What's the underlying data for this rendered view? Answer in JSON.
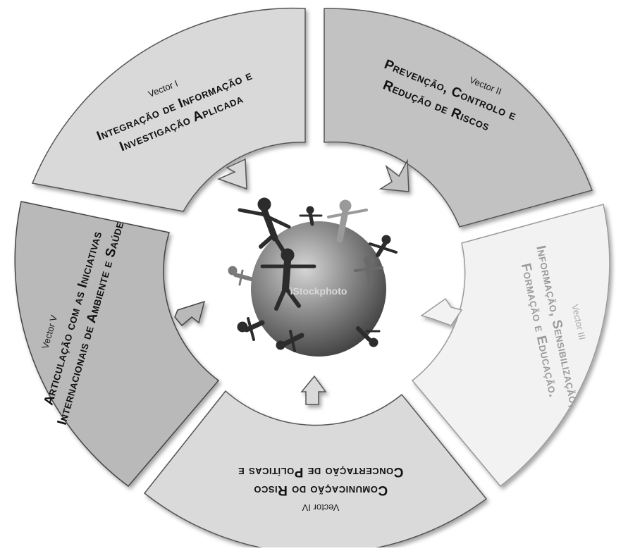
{
  "segments": [
    {
      "id": "vector-1",
      "vector": "Vector I",
      "lines": [
        "Integração de Informação e",
        "Investigação Aplicada"
      ],
      "fill": "#d9d9d9"
    },
    {
      "id": "vector-2",
      "vector": "Vector II",
      "lines": [
        "Prevenção, Controlo e",
        "Redução de Riscos"
      ],
      "fill": "#c2c2c2"
    },
    {
      "id": "vector-3",
      "vector": "Vector III",
      "lines": [
        "Informação, Sensibilização,",
        "Formação e Educação."
      ],
      "fill": "#f2f2f2"
    },
    {
      "id": "vector-4",
      "vector": "Vector IV",
      "lines": [
        "Concertação de Políticas e",
        "Comunicação do Risco"
      ],
      "fill": "#dadada"
    },
    {
      "id": "vector-5",
      "vector": "Vector V",
      "lines": [
        "Articulação com as Iniciativas",
        "Internacionais de Ambiente e Saúde"
      ],
      "fill": "#b9b9b9"
    }
  ],
  "center": {
    "watermark": "iStockphoto",
    "globe_color": "#8a8a8a",
    "figure_color": "#2a2a2a"
  }
}
